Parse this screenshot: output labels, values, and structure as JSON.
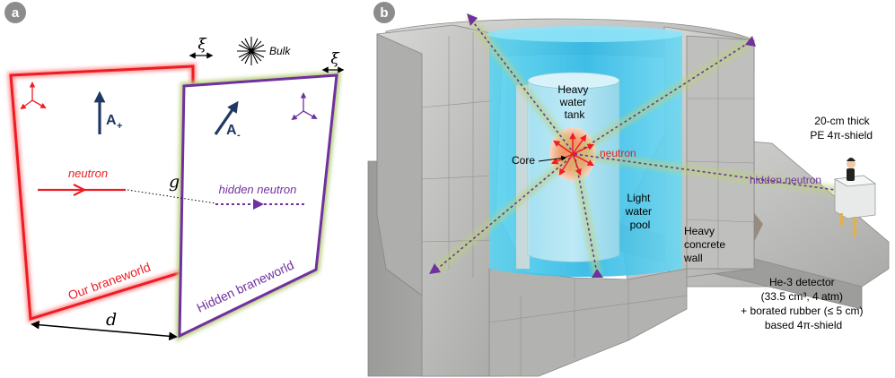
{
  "panel_a": {
    "badge": "a",
    "xi_left": "ξ",
    "xi_right": "ξ",
    "bulk": "Bulk",
    "a_plus": "A",
    "a_plus_sub": "+",
    "a_minus": "A",
    "a_minus_sub": "-",
    "neutron": "neutron",
    "g": "g",
    "hidden_neutron": "hidden neutron",
    "our_braneworld": "Our braneworld",
    "hidden_braneworld": "Hidden braneworld",
    "d": "d"
  },
  "panel_b": {
    "badge": "b",
    "heavy_water_tank": [
      "Heavy",
      "water",
      "tank"
    ],
    "core": "Core",
    "neutron": "neutron",
    "light_water_pool": [
      "Light",
      "water",
      "pool"
    ],
    "heavy_concrete_wall": [
      "Heavy",
      "concrete",
      "wall"
    ],
    "hidden_neutron": "hidden neutron",
    "pe_shield": [
      "20-cm thick",
      "PE 4π-shield"
    ],
    "detector": [
      "He-3 detector",
      "(33.5 cm³, 4 atm)",
      "+ borated rubber (≤ 5 cm)",
      "based 4π-shield"
    ]
  },
  "colors": {
    "red": "#ee1c24",
    "purple": "#7030a0",
    "navy": "#1f3864",
    "glow": "#9bbb59",
    "water": "#3ec6ea",
    "concrete": "#c8c9c6",
    "badge": "#8c8c8c"
  }
}
